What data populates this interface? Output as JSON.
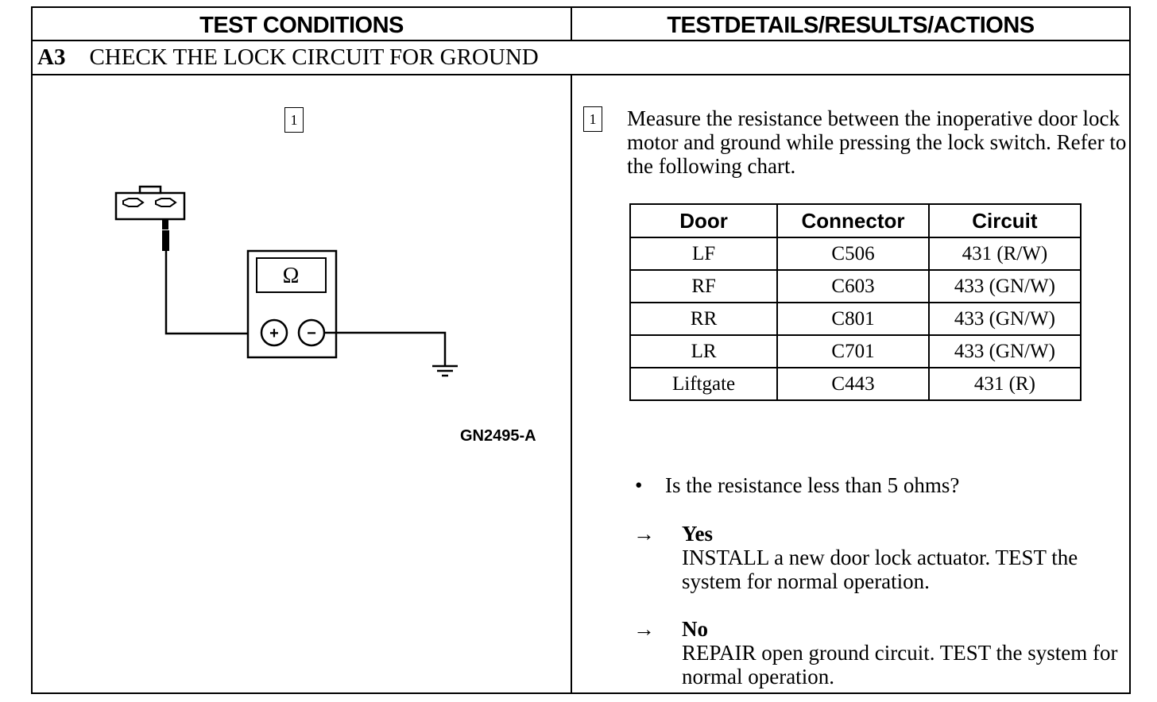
{
  "header": {
    "left": "TEST CONDITIONS",
    "right": "TESTDETAILS/RESULTS/ACTIONS"
  },
  "step": {
    "id": "A3",
    "title": "CHECK THE LOCK CIRCUIT FOR GROUND"
  },
  "diagram": {
    "step_marker": "1",
    "meter_symbol": "Ω",
    "plus_symbol": "+",
    "minus_symbol": "−",
    "figure_id": "GN2495-A",
    "icons": [
      "connector-icon",
      "ohmmeter-icon",
      "ground-symbol-icon"
    ]
  },
  "details": {
    "step_marker": "1",
    "instruction": "Measure the resistance between the inoperative door lock motor and ground while pressing the lock switch. Refer to the following chart.",
    "table": {
      "headers": [
        "Door",
        "Connector",
        "Circuit"
      ],
      "rows": [
        [
          "LF",
          "C506",
          "431 (R/W)"
        ],
        [
          "RF",
          "C603",
          "433 (GN/W)"
        ],
        [
          "RR",
          "C801",
          "433 (GN/W)"
        ],
        [
          "LR",
          "C701",
          "433 (GN/W)"
        ],
        [
          "Liftgate",
          "C443",
          "431 (R)"
        ]
      ]
    },
    "bullet": "•",
    "question": "Is the resistance less than 5 ohms?",
    "arrow": "→",
    "yes": {
      "label": "Yes",
      "action": "INSTALL a new door lock actuator. TEST the system for normal operation."
    },
    "no": {
      "label": "No",
      "action": "REPAIR open ground circuit. TEST the system for normal operation."
    }
  }
}
